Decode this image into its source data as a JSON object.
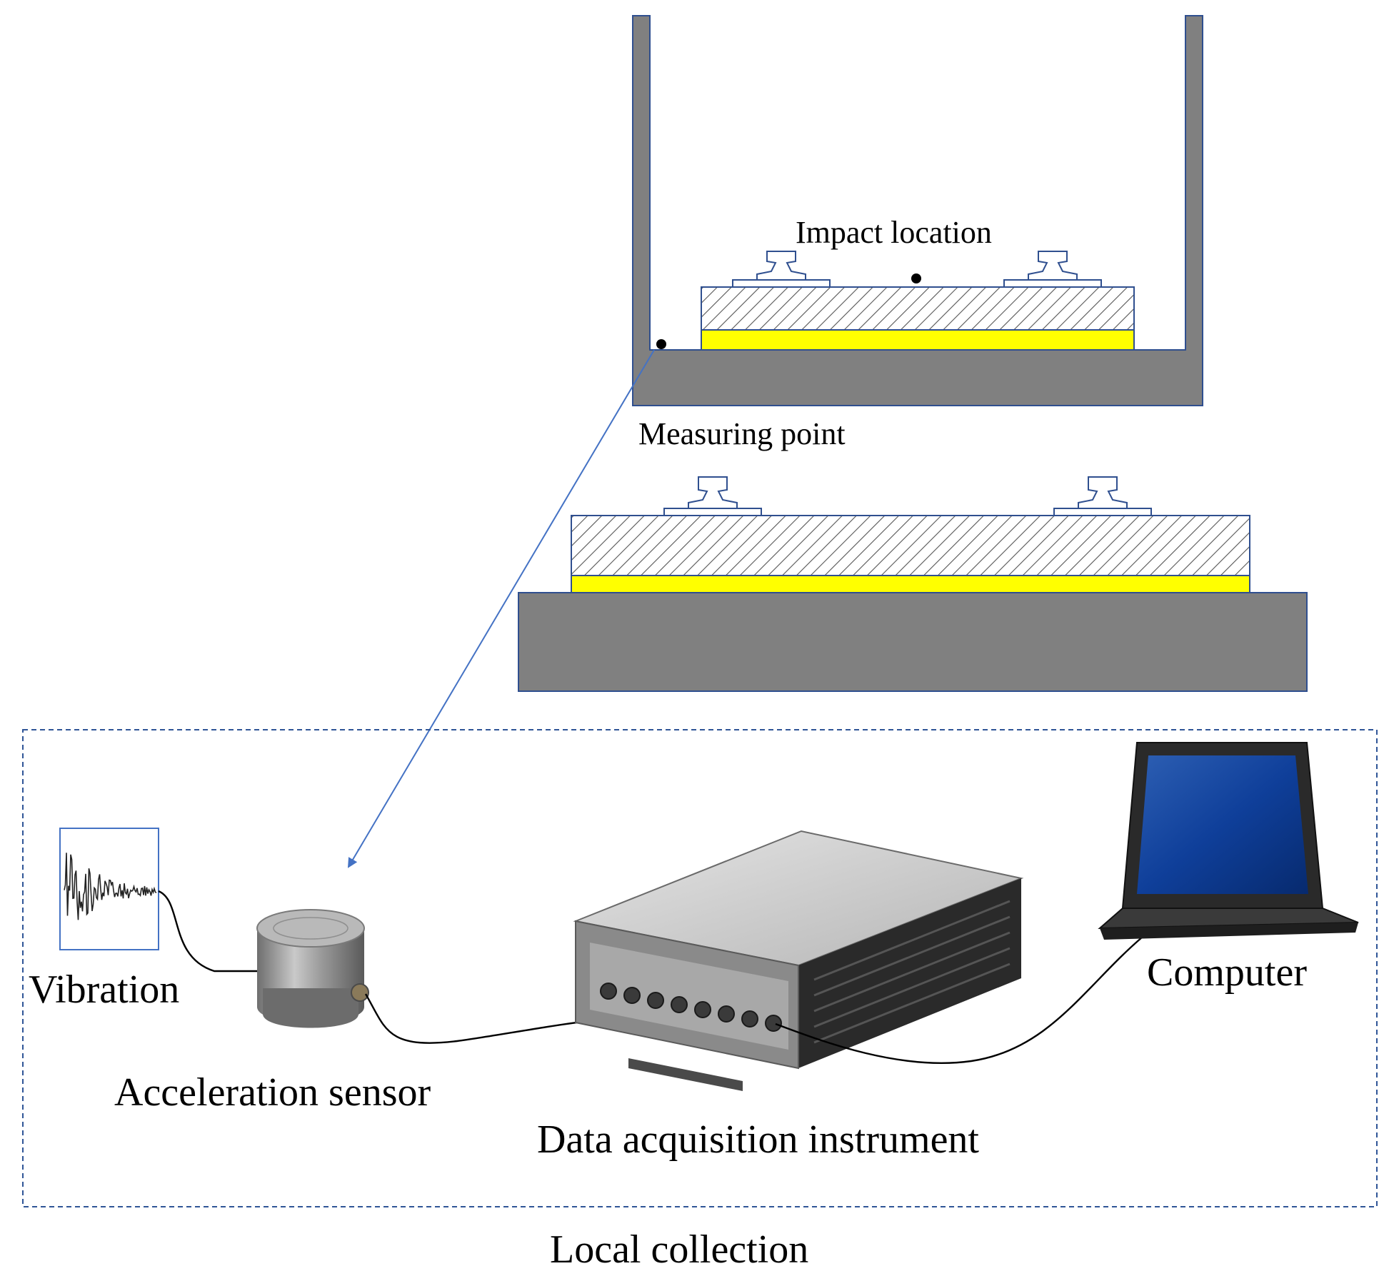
{
  "labels": {
    "impact_location": "Impact location",
    "measuring_point": "Measuring point",
    "vibration": "Vibration",
    "acceleration_sensor": "Acceleration sensor",
    "data_acquisition_instrument": "Data acquisition instrument",
    "computer": "Computer",
    "local_collection": "Local collection"
  },
  "colors": {
    "concrete": "#808080",
    "outline": "#2f4f8f",
    "elastic_layer": "#ffff00",
    "arrow": "#4472c4",
    "dashed_border": "#2f5597"
  }
}
